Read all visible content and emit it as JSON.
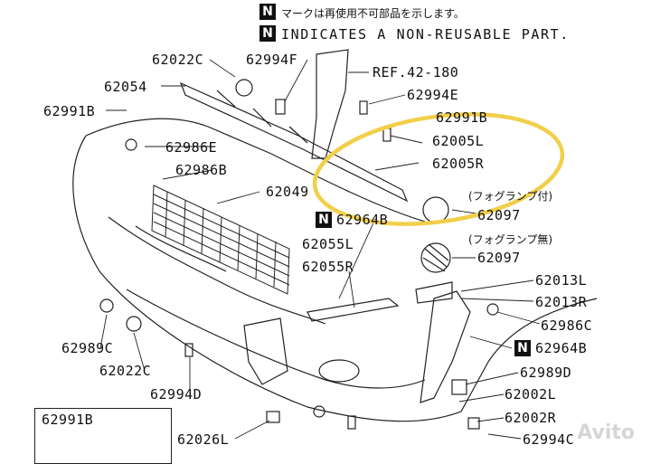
{
  "notice": {
    "symbol": "N",
    "line_jp": "マークは再使用不可部品を示します。",
    "line_en": "INDICATES A NON-REUSABLE PART."
  },
  "labels": {
    "p62022C_top": "62022C",
    "p62994F": "62994F",
    "ref": "REF.42-180",
    "p62054": "62054",
    "p62994E": "62994E",
    "p62991B": "62991B",
    "p62991B_2": "62991B",
    "p62986E": "62986E",
    "p62005L": "62005L",
    "p62005R": "62005R",
    "p62986B": "62986B",
    "p62049": "62049",
    "fog_with": "(フォグランプ付)",
    "p62964B_mid": "62964B",
    "p62097_1": "62097",
    "fog_without": "(フォグランプ無)",
    "p62055L": "62055L",
    "p62055R": "62055R",
    "p62097_2": "62097",
    "p62013L": "62013L",
    "p62013R": "62013R",
    "p62986C": "62986C",
    "p62989C": "62989C",
    "p62022C_bot": "62022C",
    "p62964B_bot": "62964B",
    "p62989D": "62989D",
    "p62994D": "62994D",
    "p62002L": "62002L",
    "p62002R": "62002R",
    "p62991B_inset": "62991B",
    "p62026L": "62026L",
    "p62994C": "62994C"
  },
  "watermark": "Avito",
  "colors": {
    "highlight": "#f2cf4a",
    "ink": "#111111"
  }
}
